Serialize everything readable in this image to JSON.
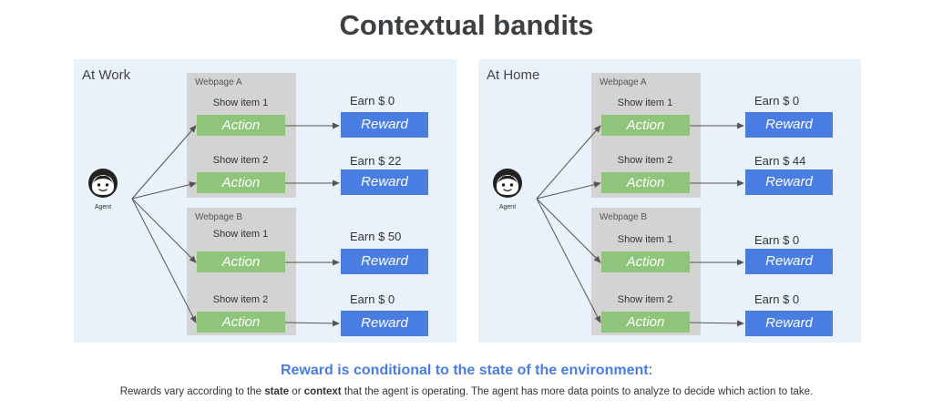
{
  "title": "Contextual bandits",
  "agent_label": "Agent",
  "panels": [
    {
      "label": "At Work",
      "webpages": [
        {
          "label": "Webpage A",
          "items": [
            {
              "show": "Show item 1",
              "action": "Action",
              "earn": "Earn $ 0",
              "reward": "Reward"
            },
            {
              "show": "Show item 2",
              "action": "Action",
              "earn": "Earn $ 22",
              "reward": "Reward"
            }
          ]
        },
        {
          "label": "Webpage B",
          "items": [
            {
              "show": "Show item 1",
              "action": "Action",
              "earn": "Earn $ 50",
              "reward": "Reward"
            },
            {
              "show": "Show item 2",
              "action": "Action",
              "earn": "Earn $ 0",
              "reward": "Reward"
            }
          ]
        }
      ]
    },
    {
      "label": "At Home",
      "webpages": [
        {
          "label": "Webpage A",
          "items": [
            {
              "show": "Show item 1",
              "action": "Action",
              "earn": "Earn $ 0",
              "reward": "Reward"
            },
            {
              "show": "Show item 2",
              "action": "Action",
              "earn": "Earn $ 44",
              "reward": "Reward"
            }
          ]
        },
        {
          "label": "Webpage B",
          "items": [
            {
              "show": "Show item 1",
              "action": "Action",
              "earn": "Earn $ 0",
              "reward": "Reward"
            },
            {
              "show": "Show item 2",
              "action": "Action",
              "earn": "Earn $ 0",
              "reward": "Reward"
            }
          ]
        }
      ]
    }
  ],
  "caption": {
    "headline": "Reward is conditional to the state of the environment",
    "headline_colon": ":",
    "sub_part1": "Rewards vary according to the ",
    "sub_state": "state",
    "sub_or": " or ",
    "sub_context": "context",
    "sub_part2": " that the agent is operating.  The agent has more data points to analyze to decide which action to take."
  },
  "colors": {
    "panel_bg": "#e9f1fb",
    "webpage_bg": "#d3d3d3",
    "action_green": "#8fc47b",
    "reward_blue": "#4a7de2",
    "caption_blue": "#4a7de2"
  },
  "icons": {
    "agent": "agent-face-icon"
  }
}
